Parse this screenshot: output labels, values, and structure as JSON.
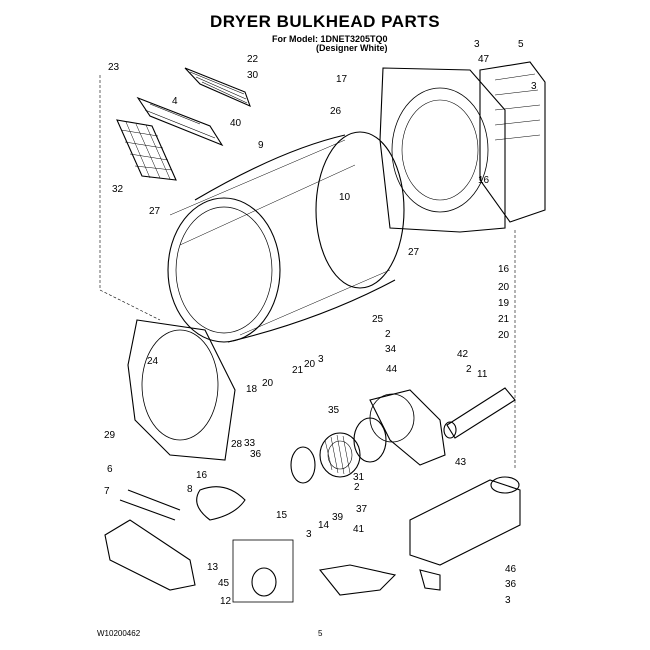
{
  "header": {
    "title": "DRYER BULKHEAD PARTS",
    "model_line": "For Model: 1DNET3205TQ0",
    "color_line": "(Designer White)"
  },
  "callouts": [
    "22",
    "30",
    "23",
    "4",
    "40",
    "32",
    "9",
    "26",
    "17",
    "3",
    "5",
    "47",
    "3",
    "16",
    "10",
    "27",
    "27",
    "16",
    "20",
    "19",
    "21",
    "20",
    "25",
    "24",
    "18",
    "20",
    "21",
    "20",
    "3",
    "2",
    "34",
    "42",
    "44",
    "2",
    "11",
    "29",
    "35",
    "28",
    "33",
    "36",
    "6",
    "16",
    "7",
    "8",
    "31",
    "2",
    "43",
    "37",
    "39",
    "15",
    "14",
    "3",
    "41",
    "13",
    "45",
    "12",
    "46",
    "36",
    "3"
  ],
  "footer": {
    "doc_number": "W10200462",
    "page_number": "5"
  }
}
